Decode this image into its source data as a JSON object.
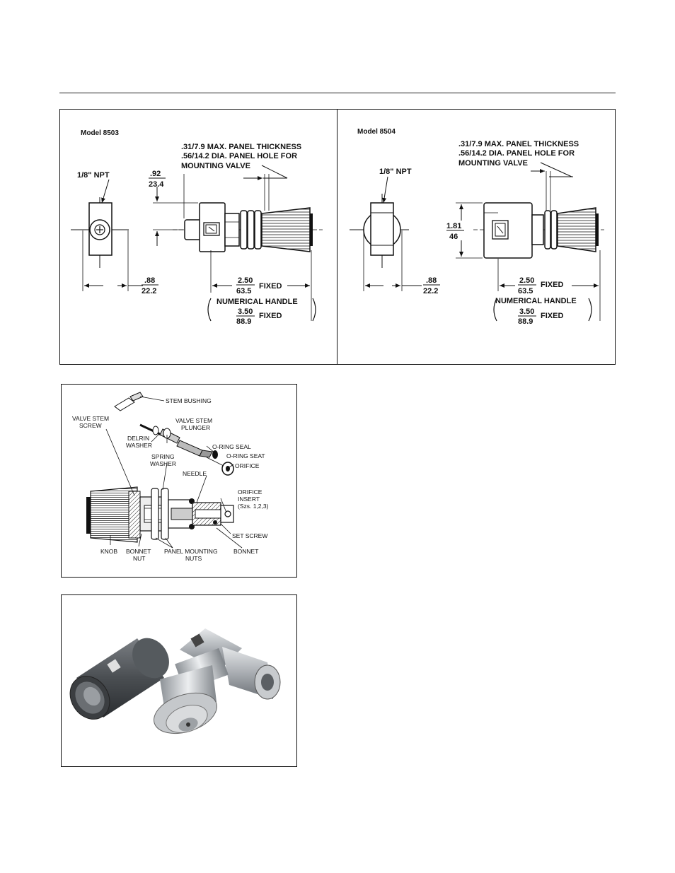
{
  "model_8503": {
    "title": "Model 8503",
    "npt": "1/8\" NPT",
    "panel_thickness": ".31/7.9 MAX. PANEL THICKNESS",
    "panel_hole": ".56/14.2 DIA. PANEL HOLE FOR",
    "mounting_valve": "MOUNTING VALVE",
    "height_in": ".92",
    "height_mm": "23.4",
    "width_in": ".88",
    "width_mm": "22.2",
    "length_in": "2.50",
    "length_mm": "63.5",
    "length_label": "FIXED",
    "handle_label": "NUMERICAL HANDLE",
    "handle_in": "3.50",
    "handle_mm": "88.9",
    "handle_fixed": "FIXED"
  },
  "model_8504": {
    "title": "Model 8504",
    "npt": "1/8\" NPT",
    "panel_thickness": ".31/7.9 MAX. PANEL THICKNESS",
    "panel_hole": ".56/14.2 DIA. PANEL HOLE FOR",
    "mounting_valve": "MOUNTING VALVE",
    "height_in": "1.81",
    "height_mm": "46",
    "width_in": ".88",
    "width_mm": "22.2",
    "length_in": "2.50",
    "length_mm": "63.5",
    "length_label": "FIXED",
    "handle_label": "NUMERICAL HANDLE",
    "handle_in": "3.50",
    "handle_mm": "88.9",
    "handle_fixed": "FIXED"
  },
  "exploded": {
    "stem_bushing": "STEM BUSHING",
    "valve_stem_screw_1": "VALVE STEM",
    "valve_stem_screw_2": "SCREW",
    "valve_stem_plunger_1": "VALVE STEM",
    "valve_stem_plunger_2": "PLUNGER",
    "delrin_washer_1": "DELRIN",
    "delrin_washer_2": "WASHER",
    "o_ring_seal": "O-RING SEAL",
    "o_ring_seat": "O-RING SEAT",
    "spring_washer_1": "SPRING",
    "spring_washer_2": "WASHER",
    "orifice": "ORIFICE",
    "needle": "NEEDLE",
    "orifice_insert_1": "ORIFICE",
    "orifice_insert_2": "INSERT",
    "orifice_insert_3": "(Szs. 1,2,3)",
    "set_screw": "SET  SCREW",
    "knob": "KNOB",
    "bonnet_nut_1": "BONNET",
    "bonnet_nut_2": "NUT",
    "panel_mounting_nuts_1": "PANEL MOUNTING",
    "panel_mounting_nuts_2": "NUTS",
    "bonnet": "BONNET"
  },
  "colors": {
    "ink": "#111111",
    "metal": "#b8bcc0",
    "metal_dark": "#6f7479"
  }
}
